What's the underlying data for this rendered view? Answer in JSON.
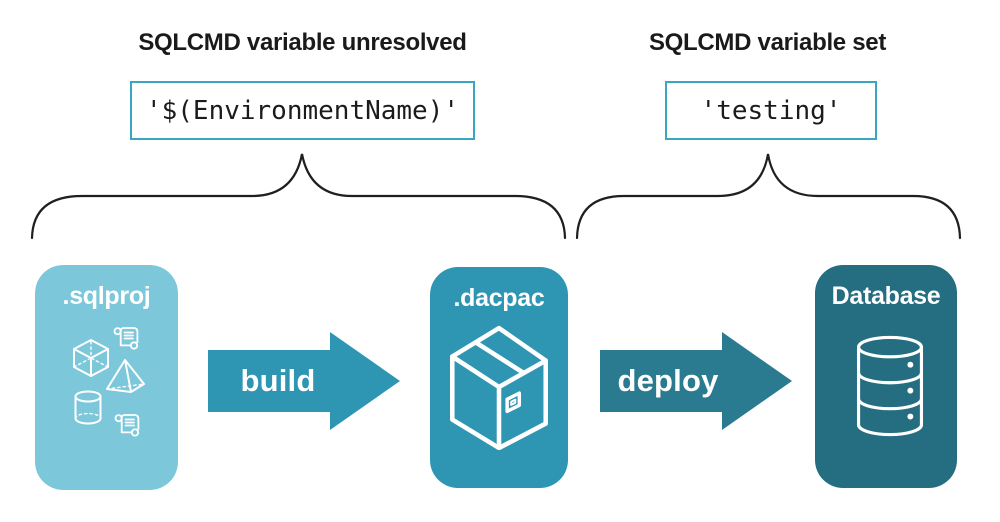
{
  "titles": {
    "unresolved": "SQLCMD variable unresolved",
    "set": "SQLCMD variable set"
  },
  "values": {
    "unresolved": "'$(EnvironmentName)'",
    "set": "'testing'"
  },
  "stages": {
    "sqlproj": {
      "label": ".sqlproj"
    },
    "dacpac": {
      "label": ".dacpac"
    },
    "database": {
      "label": "Database"
    }
  },
  "arrows": {
    "build": {
      "label": "build"
    },
    "deploy": {
      "label": "deploy"
    }
  },
  "icons": {
    "sqlproj_contents": [
      "script-scroll-icon",
      "cube-icon",
      "pyramid-icon",
      "cylinder-icon",
      "script-scroll-icon"
    ],
    "dacpac_content": "package-box-icon",
    "database_content": "database-cylinder-icon"
  },
  "colors": {
    "sqlproj_bg": "#7dc7da",
    "dacpac_bg": "#2e95b3",
    "database_bg": "#256d80",
    "build_arrow": "#2e95b3",
    "deploy_arrow": "#2a7a90",
    "code_border": "#3aa6bf",
    "brace_stroke": "#1f1f1f",
    "heading_text": "#1a1a1a",
    "icon_stroke": "#ffffff"
  }
}
